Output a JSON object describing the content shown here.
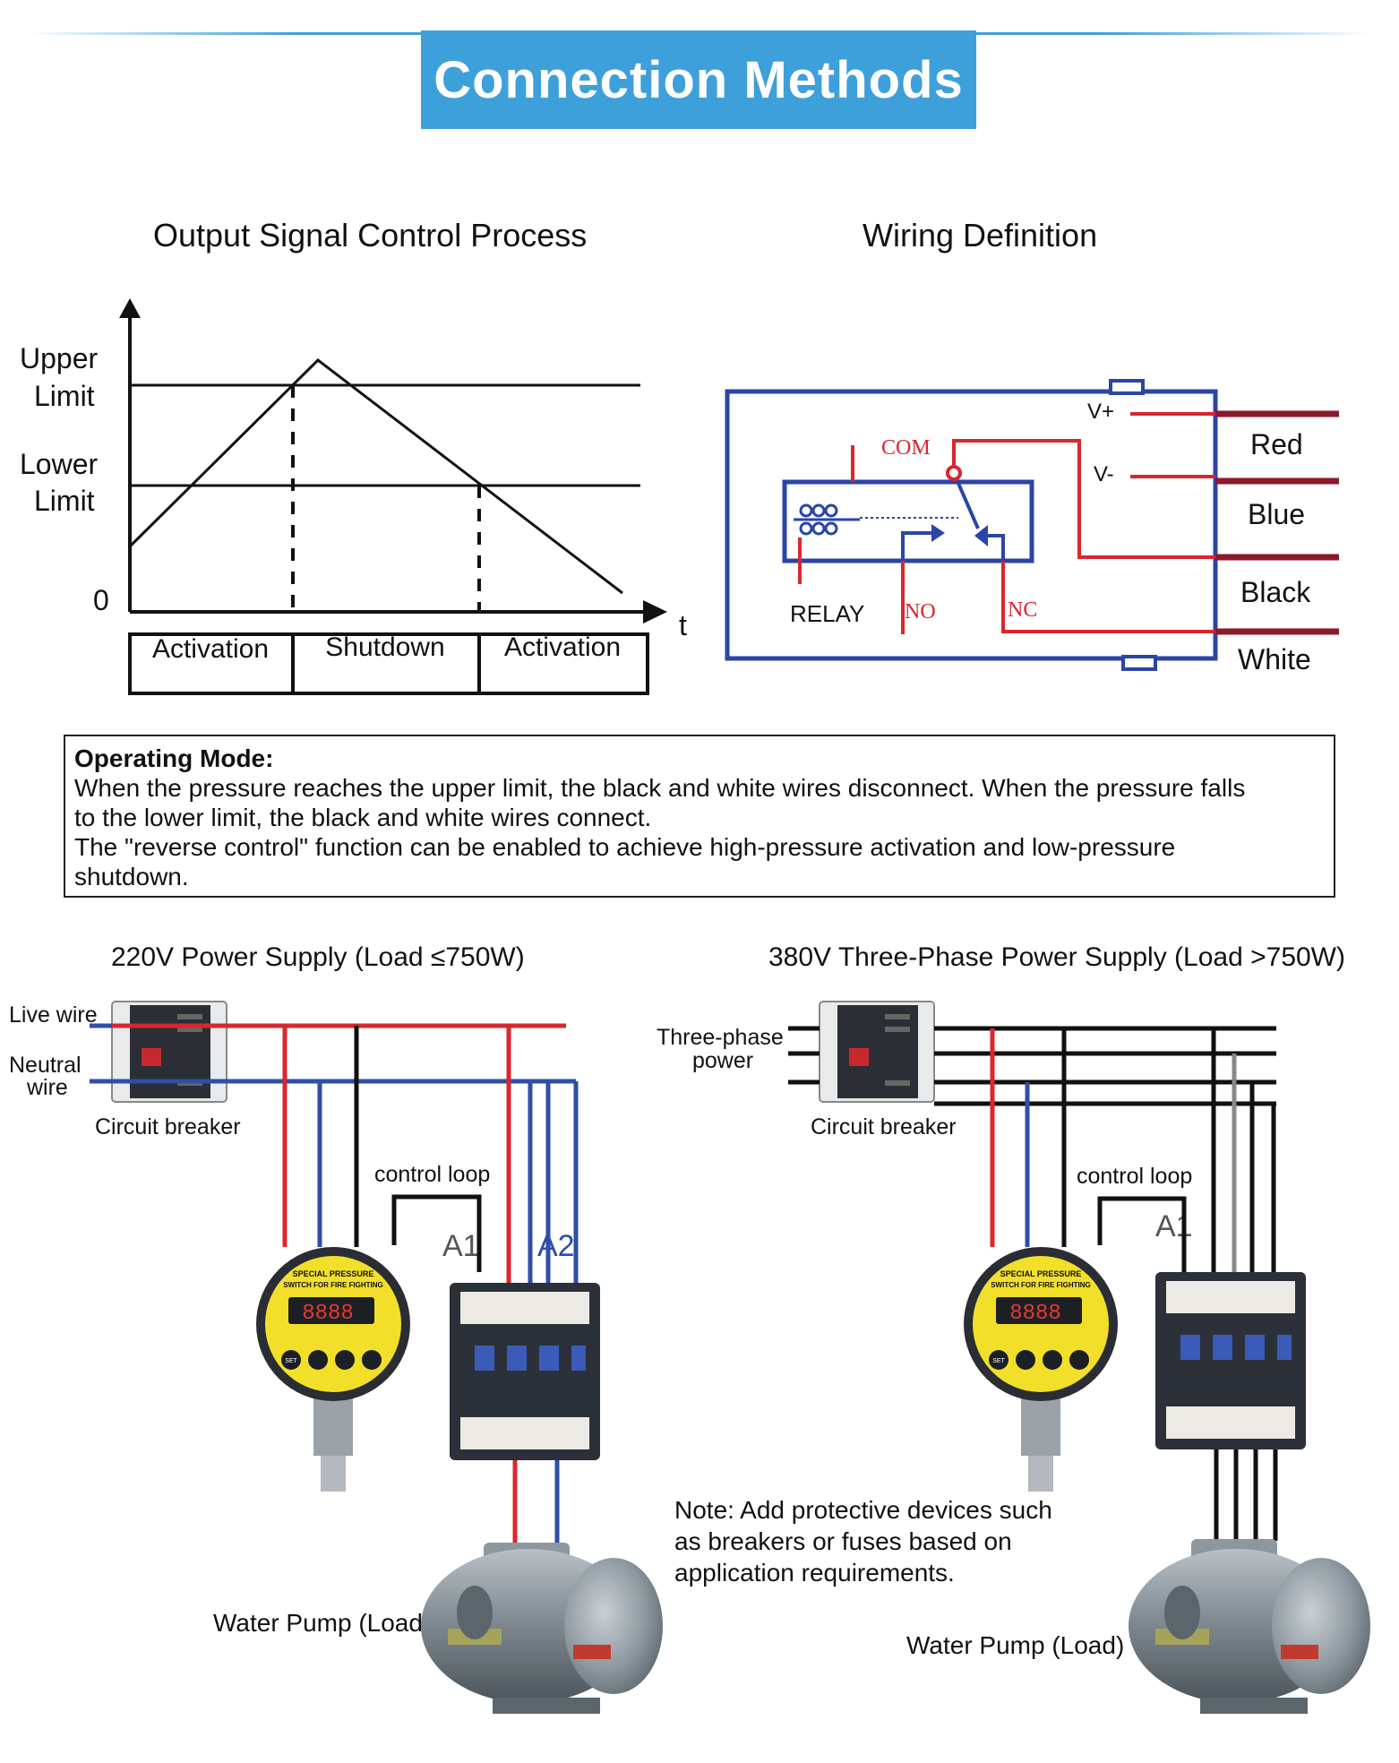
{
  "title": "Connection Methods",
  "signal_chart": {
    "title": "Output Signal Control Process",
    "y_labels": {
      "upper_1": "Upper",
      "upper_2": "Limit",
      "lower_1": "Lower",
      "lower_2": "Limit",
      "zero": "0"
    },
    "x_axis": "t",
    "phases": [
      "Activation",
      "Shutdown",
      "Activation"
    ]
  },
  "wiring": {
    "title": "Wiring Definition",
    "terminals": {
      "vplus": "V+",
      "vminus": "V-",
      "com": "COM",
      "relay": "RELAY",
      "no": "NO",
      "nc": "NC"
    },
    "wires": [
      "Red",
      "Blue",
      "Black",
      "White"
    ]
  },
  "operating_mode": {
    "title": "Operating Mode:",
    "lines": [
      "When the pressure reaches the upper limit, the black and white wires disconnect. When the pressure falls",
      "to the lower limit, the black and white wires connect.",
      "The \"reverse control\" function can be enabled to achieve high-pressure activation and low-pressure",
      "shutdown."
    ]
  },
  "left_circuit": {
    "title": "220V Power Supply (Load ≤750W)",
    "live": "Live wire",
    "neutral_1": "Neutral",
    "neutral_2": "wire",
    "breaker": "Circuit breaker",
    "control_loop": "control loop",
    "a1": "A1",
    "a2": "A2",
    "load": "Water Pump (Load)"
  },
  "right_circuit": {
    "title": "380V Three-Phase Power Supply (Load >750W)",
    "power_1": "Three-phase",
    "power_2": "power",
    "breaker": "Circuit breaker",
    "control_loop": "control loop",
    "a1": "A1",
    "load": "Water Pump (Load)"
  },
  "gauge": {
    "line1": "SPECIAL PRESSURE",
    "line2": "SWITCH FOR FIRE FIGHTING",
    "display": "8888",
    "set": "SET"
  },
  "note": [
    "Note: Add protective devices such",
    "as breakers or fuses based on",
    "application requirements."
  ],
  "colors": {
    "banner": "#3ea0db",
    "red": "#d8272e",
    "blue": "#2e4ea8",
    "black": "#111111",
    "wire_dark": "#8b1a2a",
    "gauge_yellow": "#f2df2a"
  }
}
